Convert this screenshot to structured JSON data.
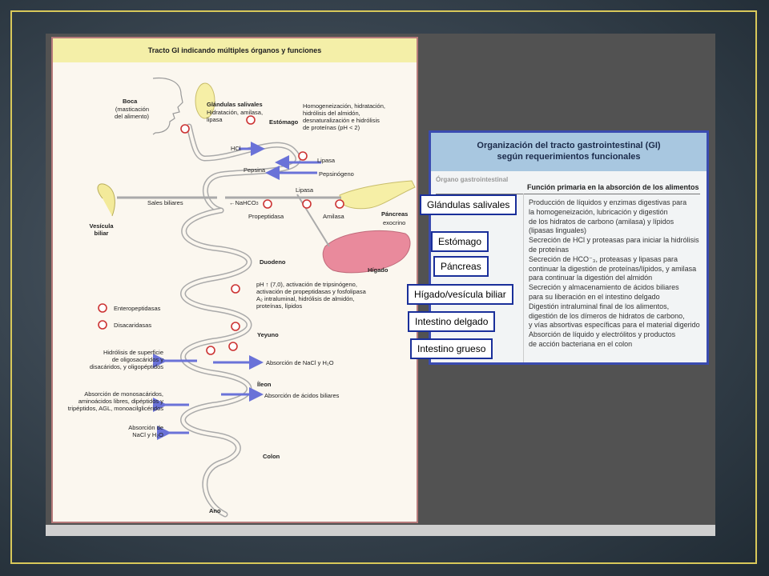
{
  "figure": {
    "title": "Tracto GI indicando múltiples órganos y funciones",
    "labels": {
      "boca": "Boca",
      "boca_note": "(masticación\ndel alimento)",
      "glandulas": "Glándulas salivales",
      "glandulas_note": "Hidratación, amilasa,\nlipasa",
      "estomago": "Estómago",
      "estomago_note": "Homogeneización, hidratación,\nhidrólisis del almidón,\ndesnaturalización e hidrólisis\nde proteínas (pH < 2)",
      "hcl": "HCl",
      "lipasa1": "Lipasa",
      "pepsina": "Pepsina",
      "pepsinogeno": "Pepsinógeno",
      "lipasa2": "Lipasa",
      "sales_biliares": "Sales biliares",
      "nahco3": "←NaHCO",
      "propeptidasa": "Propeptidasa",
      "amilasa": "Amilasa",
      "pancreas": "Páncreas",
      "pancreas_note": "exocrino",
      "vesicula": "Vesícula\nbiliar",
      "higado": "Hígado",
      "duodeno": "Duodeno",
      "duodeno_note": "pH ↑ (7,0), activación de tripsinógeno,\nactivación de propeptidasas y fosfolipasa\nA₂ intraluminal, hidrólisis de almidón,\nproteínas, lípidos",
      "enteropeptidasas": "Enteropeptidasas",
      "disacaridasas": "Disacaridasas",
      "yeyuno": "Yeyuno",
      "hidrolisis_sup": "Hidrólisis de superficie\nde oligosacáridos y\ndisacáridos, y oligopéptidos",
      "absorcion_nacl_h2o": "Absorción de NaCl y H₂O",
      "ileon": "Íleon",
      "absorcion_biliares": "Absorción de ácidos biliares",
      "absorcion_mono": "Absorción de monosacáridos,\naminoácidos libres, dipéptidos y\ntripéptidos, AGL, monoacilglicéridos",
      "absorcion_nacl2": "Absorción de\nNaCl y H₂O",
      "colon": "Colon",
      "ano": "Ano"
    }
  },
  "table": {
    "title": "Organización del tracto gastrointestinal (GI)\nsegún requerimientos funcionales",
    "col1": "Órgano gastrointestinal",
    "col2": "Función primaria en la absorción de los alimentos",
    "body": "Producción de líquidos y enzimas digestivas para\nla homogeneización, lubricación y digestión\nde los hidratos de carbono (amilasa) y lípidos\n(lipasas linguales)\nSecreción de HCl y proteasas para iniciar la hidrólisis\nde proteínas\nSecreción de HCO⁻₃, proteasas y lipasas para\ncontinuar la digestión de proteínas/lípidos, y amilasa\npara continuar la digestión del almidón\nSecreción y almacenamiento de ácidos biliares\npara su liberación en el intestino delgado\nDigestión intraluminal final de los alimentos,\ndigestión de los dímeros de hidratos de carbono,\ny vías absortivas específicas para el material digerido\nAbsorción de líquido y electrólitos y productos\nde acción bacteriana en el colon"
  },
  "callouts": {
    "glandulas": "Glándulas salivales",
    "estomago": "Estómago",
    "pancreas": "Páncreas",
    "higado": "Hígado/vesícula biliar",
    "delgado": "Intestino delgado",
    "grueso": "Intestino grueso"
  }
}
